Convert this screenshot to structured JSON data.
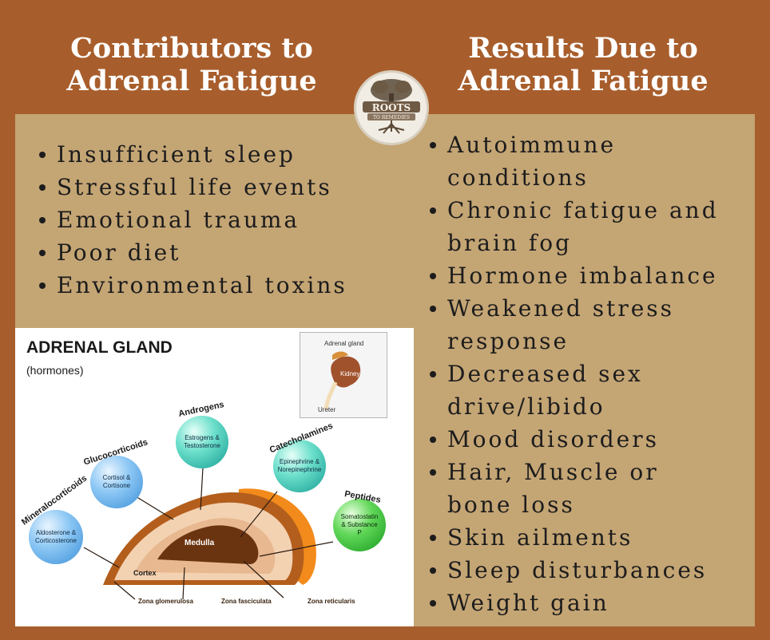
{
  "left_heading": [
    "Contributors to",
    "Adrenal Fatigue"
  ],
  "right_heading": [
    "Results Due to",
    "Adrenal Fatigue"
  ],
  "contributors": [
    "Insufficient sleep",
    "Stressful life events",
    "Emotional trauma",
    "Poor diet",
    "Environmental toxins"
  ],
  "results": [
    [
      "Autoimmune",
      "conditions"
    ],
    [
      "Chronic fatigue and",
      "brain fog"
    ],
    [
      "Hormone imbalance"
    ],
    [
      "Weakened stress",
      "response"
    ],
    [
      "Decreased sex",
      "drive/libido"
    ],
    [
      "Mood disorders"
    ],
    [
      "Hair, Muscle or",
      "bone loss"
    ],
    [
      "Skin ailments"
    ],
    [
      "Sleep disturbances"
    ],
    [
      "Weight gain"
    ]
  ],
  "logo": {
    "line1": "ROOTS",
    "line2": "TO REMEDIES"
  },
  "illustration": {
    "title": "ADRENAL GLAND",
    "subtitle": "(hormones)",
    "inset": {
      "adrenal_label": "Adrenal gland",
      "kidney_label": "Kidney",
      "ureter_label": "Ureter"
    },
    "hormones": {
      "androgens": {
        "label": "Androgens",
        "text": [
          "Estrogens &",
          "Testosterone"
        ]
      },
      "glucocorticoids": {
        "label": "Glucocorticoids",
        "text": [
          "Cortisol &",
          "Cortisone"
        ]
      },
      "catecholamines": {
        "label": "Catecholamines",
        "text": [
          "Epinephrine &",
          "Norepinephrine"
        ]
      },
      "peptides": {
        "label": "Peptides",
        "text": [
          "Somatostatin",
          "& Substance P"
        ]
      },
      "mineralocorticoids": {
        "label": "Mineralocorticoids",
        "text": [
          "Aldosterone &",
          "Corticosterone"
        ]
      }
    },
    "structures": {
      "medulla": "Medulla",
      "cortex": "Cortex"
    },
    "zones": {
      "glomerulosa": "Zona glomerulosa",
      "fasciculata": "Zona fasciculata",
      "reticularis": "Zona reticularis"
    }
  },
  "colors": {
    "background": "#a85e2c",
    "panel": "#c4a574",
    "heading": "#ffffff"
  }
}
